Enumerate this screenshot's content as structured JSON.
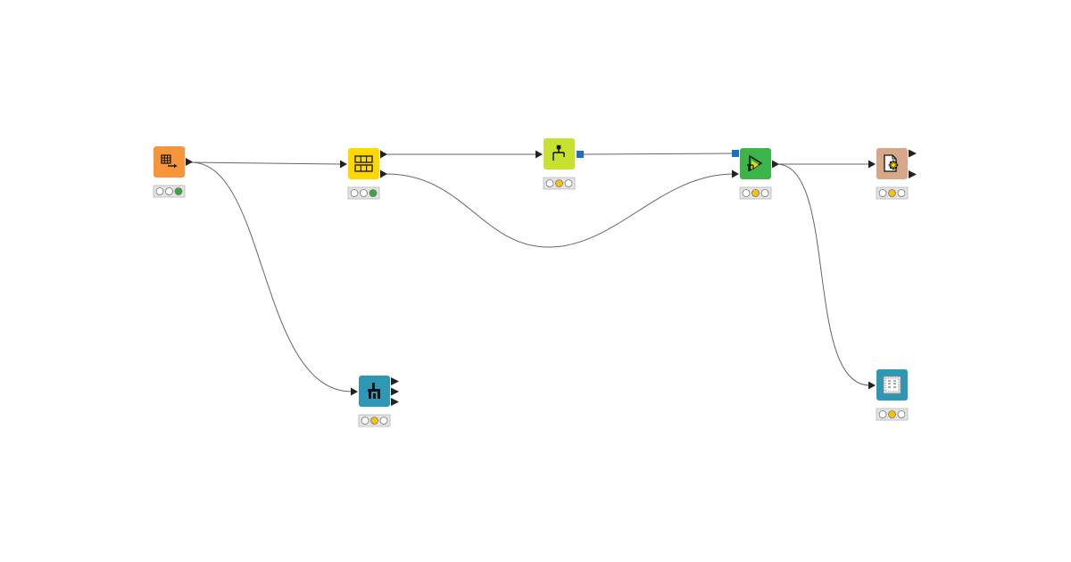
{
  "workflow": {
    "nodes": [
      {
        "id": "table-creator",
        "icon": "table-creator-icon",
        "color": "#F7953B",
        "status": [
          "off",
          "off",
          "green"
        ],
        "in_ports": 0,
        "out_ports": 1
      },
      {
        "id": "partitioning",
        "icon": "partitioning-icon",
        "color": "#FFD800",
        "status": [
          "off",
          "off",
          "green"
        ],
        "in_ports": 1,
        "out_ports": 2
      },
      {
        "id": "learner",
        "icon": "learner-icon",
        "color": "#C6E12E",
        "status": [
          "off",
          "yellow",
          "off"
        ],
        "in_ports": 1,
        "out_ports": 1
      },
      {
        "id": "predictor",
        "icon": "predictor-icon",
        "color": "#3BB54A",
        "status": [
          "off",
          "yellow",
          "off"
        ],
        "in_ports": 2,
        "out_ports": 1
      },
      {
        "id": "scorer",
        "icon": "scorer-icon",
        "color": "#D6A789",
        "status": [
          "off",
          "yellow",
          "off"
        ],
        "in_ports": 1,
        "out_ports": 2
      },
      {
        "id": "statistics",
        "icon": "statistics-icon",
        "color": "#2E97B4",
        "status": [
          "off",
          "yellow",
          "off"
        ],
        "in_ports": 1,
        "out_ports": 3
      },
      {
        "id": "view",
        "icon": "view-icon",
        "color": "#2E97B4",
        "status": [
          "off",
          "yellow",
          "off"
        ],
        "in_ports": 1,
        "out_ports": 0
      }
    ],
    "connections": [
      {
        "from": "table-creator",
        "to": "partitioning"
      },
      {
        "from": "table-creator",
        "to": "statistics"
      },
      {
        "from": "partitioning",
        "to": "learner"
      },
      {
        "from": "partitioning",
        "to": "predictor"
      },
      {
        "from": "learner",
        "to": "predictor",
        "type": "model"
      },
      {
        "from": "predictor",
        "to": "scorer"
      },
      {
        "from": "predictor",
        "to": "view"
      }
    ],
    "colors": {
      "edge": "#666666",
      "port": "#222222",
      "model_port": "#1F6FBF",
      "status_bg": "#E4E4E4",
      "status_border": "#B8B8B8",
      "status_green": "#3AA63F",
      "status_yellow": "#F5C600",
      "status_off": "#FFFFFF"
    }
  }
}
